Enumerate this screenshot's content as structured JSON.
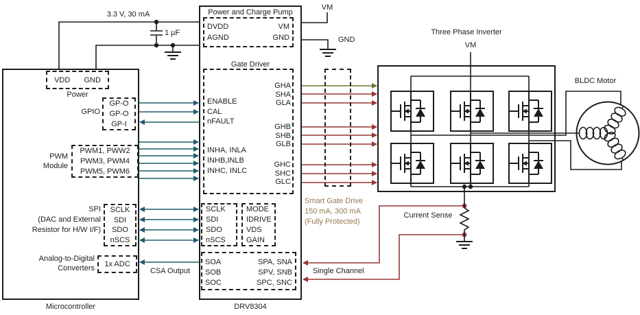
{
  "colors": {
    "signal": "#205a6b",
    "gate": "#953735",
    "gate_top": "#73702f",
    "annotation": "#967850"
  },
  "top": {
    "rail_label": "3.3 V, 30 mA",
    "cap_label": "1 µF",
    "vm_label": "VM",
    "gnd_label": "GND"
  },
  "mcu": {
    "title": "Microcontroller",
    "power": {
      "label": "Power",
      "pins": [
        "VDD",
        "GND"
      ]
    },
    "gpio": {
      "label": "GPIO",
      "pins": [
        "GP-O",
        "GP-O",
        "GP-I"
      ]
    },
    "pwm": {
      "label1": "PWM",
      "label2": "Module",
      "pins": [
        "PWM1, PWW2",
        "PWM3, PWM4",
        "PWM5, PWM6"
      ]
    },
    "spi": {
      "label1": "SPI",
      "label2": "(DAC and External",
      "label3": "Resistor for H/W I/F)",
      "pins": [
        "SCLK",
        "SDI",
        "SDO",
        "nSCS"
      ]
    },
    "adc": {
      "label1": "Analog-to-Digital",
      "label2": "Converters",
      "pin": "1x ADC"
    },
    "csa_output": "CSA Output"
  },
  "drv": {
    "title": "DRV8304",
    "pump": {
      "title": "Power and Charge Pump",
      "left": [
        "DVDD",
        "AGND"
      ],
      "right": [
        "VM",
        "GND"
      ]
    },
    "gd": {
      "title": "Gate Driver",
      "ctrl": [
        "ENABLE",
        "CAL",
        "nFAULT"
      ],
      "inputs": [
        "INHA, INLA",
        "INHB,INLB",
        "INHC, INLC"
      ],
      "out": [
        "GHA",
        "SHA",
        "GLA",
        "GHB",
        "SHB",
        "GLB",
        "GHC",
        "SHC",
        "GLC"
      ]
    },
    "spi": {
      "pins": [
        "SCLK",
        "SDI",
        "SDO",
        "nSCS"
      ]
    },
    "cfg": {
      "pins": [
        "MODE",
        "IDRIVE",
        "VDS",
        "GAIN"
      ]
    },
    "csa": {
      "left": [
        "SOA",
        "SOB",
        "SOC"
      ],
      "right": [
        "SPA, SNA",
        "SPV, SNB",
        "SPC, SNC"
      ]
    }
  },
  "inverter": {
    "title": "Three Phase Inverter",
    "vm": "VM"
  },
  "motor": {
    "title": "BLDC Motor"
  },
  "annot": {
    "sgd1": "Smart Gate Drive",
    "sgd2": "150 mA, 300 mA",
    "sgd3": "(Fully Protected)",
    "current_sense": "Current Sense",
    "single_channel": "Single Channel"
  }
}
